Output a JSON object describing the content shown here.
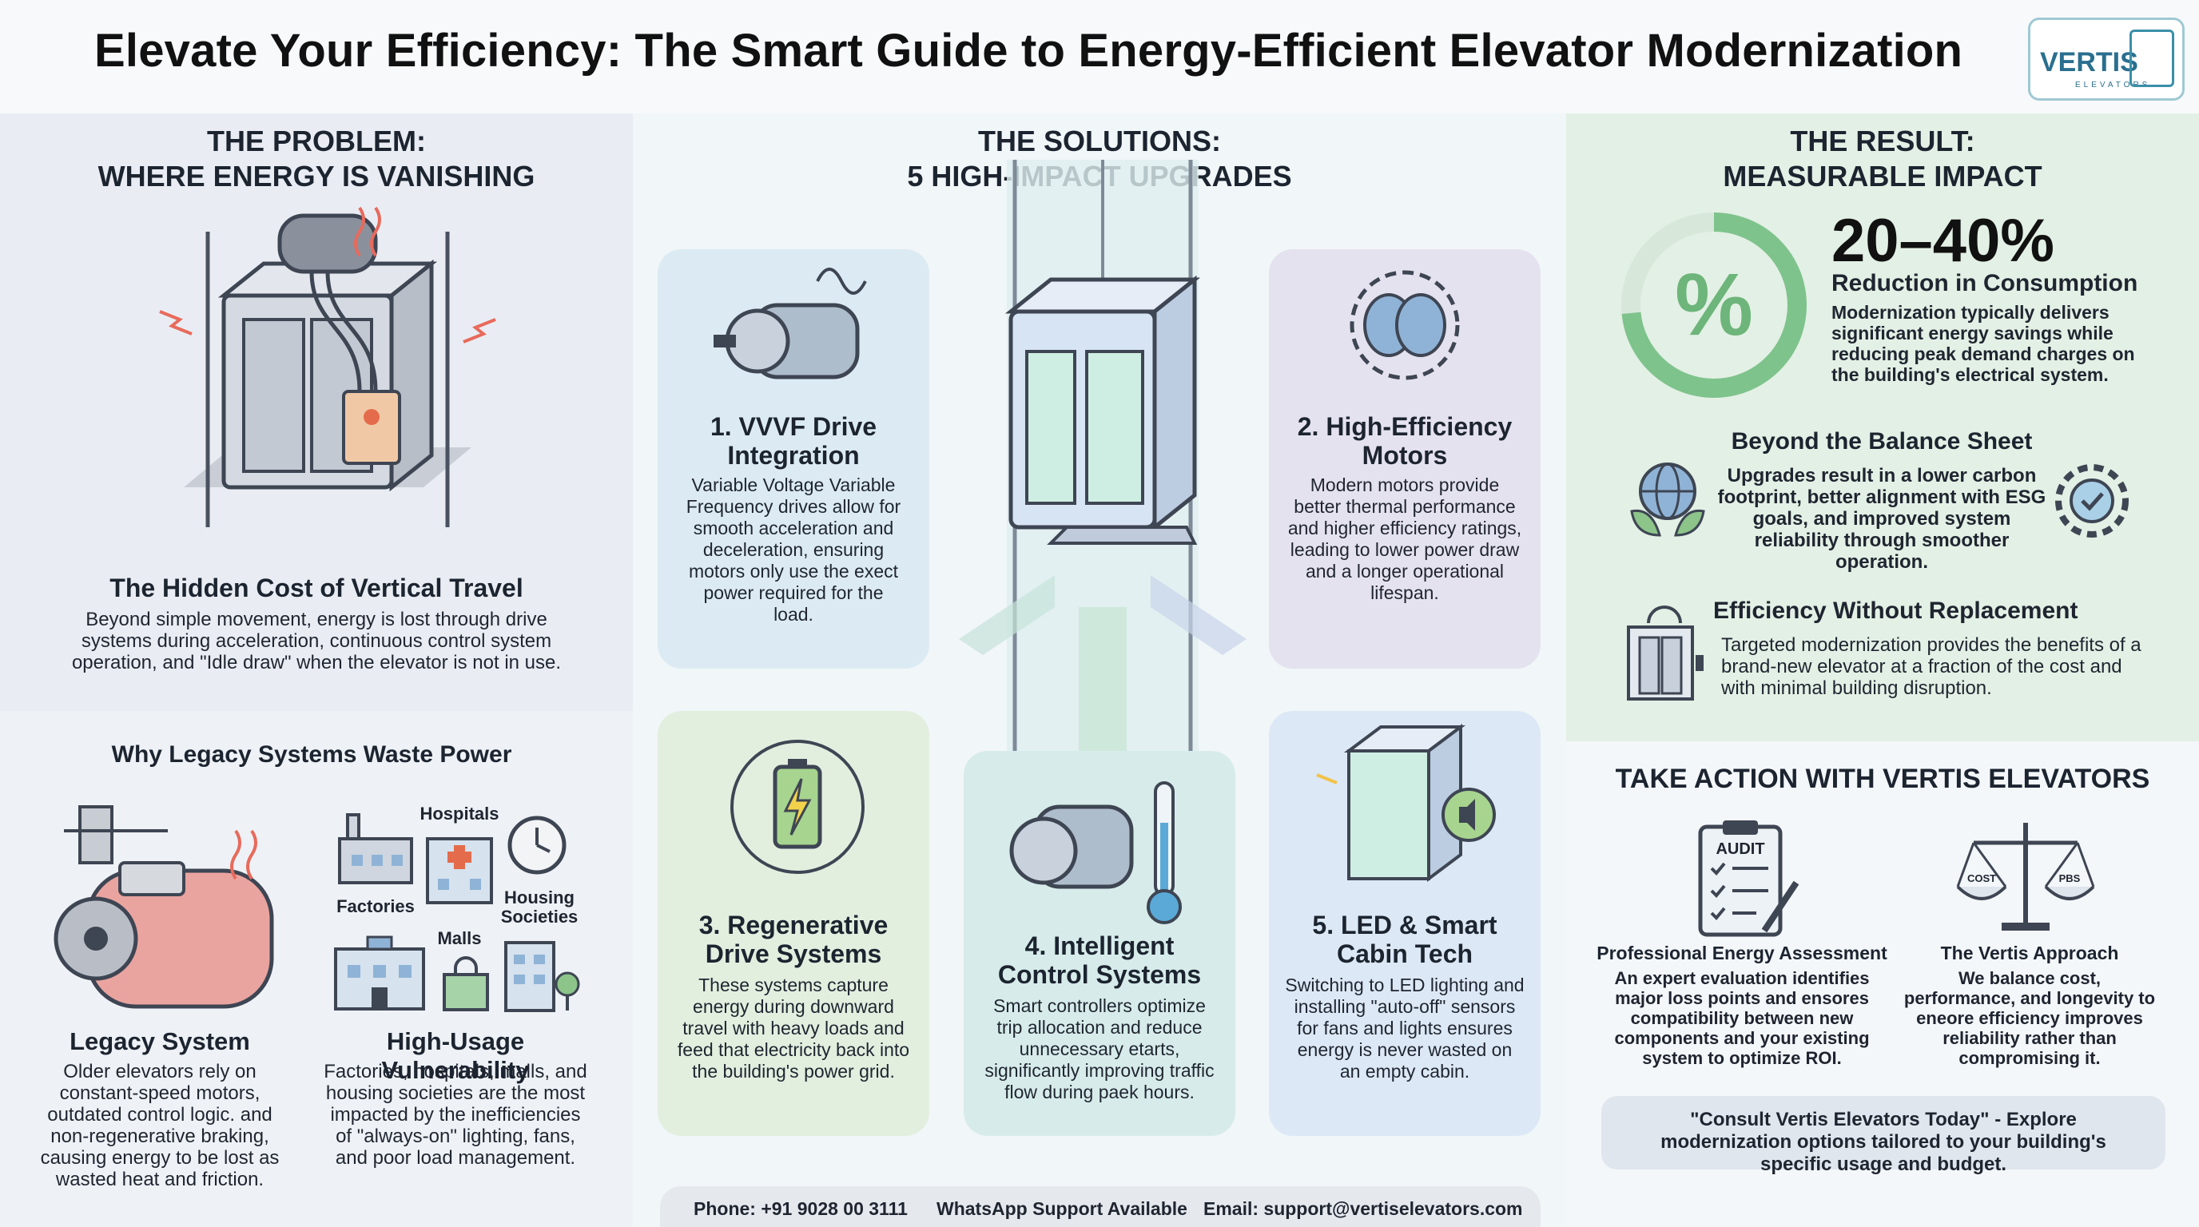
{
  "header": {
    "title": "Elevate Your Efficiency: The Smart Guide to Energy-Efficient Elevator Modernization",
    "logo_text": "VERTIS",
    "logo_sub": "ELEVATORS"
  },
  "problem": {
    "heading_line1": "THE PROBLEM:",
    "heading_line2": "WHERE ENERGY IS VANISHING",
    "hidden_cost_title": "The Hidden Cost of Vertical Travel",
    "hidden_cost_body": "Beyond simple movement, energy is lost through drive systems during acceleration, continuous control system operation, and \"Idle draw\" when the elevator is not in use.",
    "legacy_heading": "Why Legacy Systems Waste Power",
    "legacy_title": "Legacy System",
    "legacy_body": "Older elevators rely on constant-speed motors, outdated control logic. and non-regenerative braking, causing energy to be lost as wasted heat and friction.",
    "usage_title": "High-Usage Vulnerability",
    "usage_body": "Factories, hospitals, malls, and housing societies are the most impacted by the inefficiencies of \"always-on\" lighting, fans, and poor load management.",
    "labels": {
      "hospitals": "Hospitals",
      "factories": "Factories",
      "housing": "Housing Societies",
      "malls": "Malls"
    }
  },
  "solutions": {
    "heading_line1": "THE SOLUTIONS:",
    "heading_line2": "5 HIGH-IMPACT UPGRADES",
    "items": [
      {
        "title": "1. VVVF Drive Integration",
        "body": "Variable Voltage Variable Frequency drives allow for smooth acceleration and deceleration, ensuring motors only use the exect power required for the load."
      },
      {
        "title": "2. High-Efficiency Motors",
        "body": "Modern motors provide better thermal performance and higher efficiency ratings, leading to lower power draw and a longer operational lifespan."
      },
      {
        "title": "3. Regenerative Drive Systems",
        "body": "These systems capture energy during downward travel with heavy loads and feed that electricity back into the building's power grid."
      },
      {
        "title": "4. Intelligent Control Systems",
        "body": "Smart controllers optimize trip allocation and reduce unnecessary etarts, significantly improving traffic flow during paek hours."
      },
      {
        "title": "5. LED & Smart Cabin Tech",
        "body": "Switching to LED lighting and installing \"auto-off\" sensors for fans and lights ensures energy is never wasted on an empty cabin."
      }
    ],
    "contact": {
      "phone": "Phone: +91 9028 00 3111",
      "whatsapp": "WhatsApp Support Available",
      "email": "Email: support@vertiselevators.com"
    }
  },
  "result": {
    "heading_line1": "THE RESULT:",
    "heading_line2": "MEASURABLE IMPACT",
    "percent_symbol": "%",
    "stat": "20–40%",
    "stat_label": "Reduction in Consumption",
    "stat_body": "Modernization typically delivers significant energy savings while reducing peak demand charges on the building's electrical system.",
    "beyond_title": "Beyond the Balance Sheet",
    "beyond_body": "Upgrades result in a lower carbon footprint, better alignment with ESG goals, and improved system reliability through smoother operation.",
    "without_title": "Efficiency Without Replacement",
    "without_body": "Targeted modernization provides the benefits of a brand-new elevator at a fraction of the cost and with minimal building disruption."
  },
  "action": {
    "heading": "TAKE ACTION WITH VERTIS ELEVATORS",
    "audit_label": "AUDIT",
    "scale_left": "COST",
    "scale_right": "PBS",
    "assessment_title": "Professional Energy Assessment",
    "assessment_body": "An expert evaluation identifies major loss points and ensores compatibility between new components and your existing system to optimize ROI.",
    "approach_title": "The Vertis Approach",
    "approach_body": "We balance cost, performance, and longevity to eneore efficiency improves reliability rather than compromising it.",
    "cta": "\"Consult Vertis Elevators Today\" - Explore modernization options tailored to your building's specific usage and budget."
  }
}
